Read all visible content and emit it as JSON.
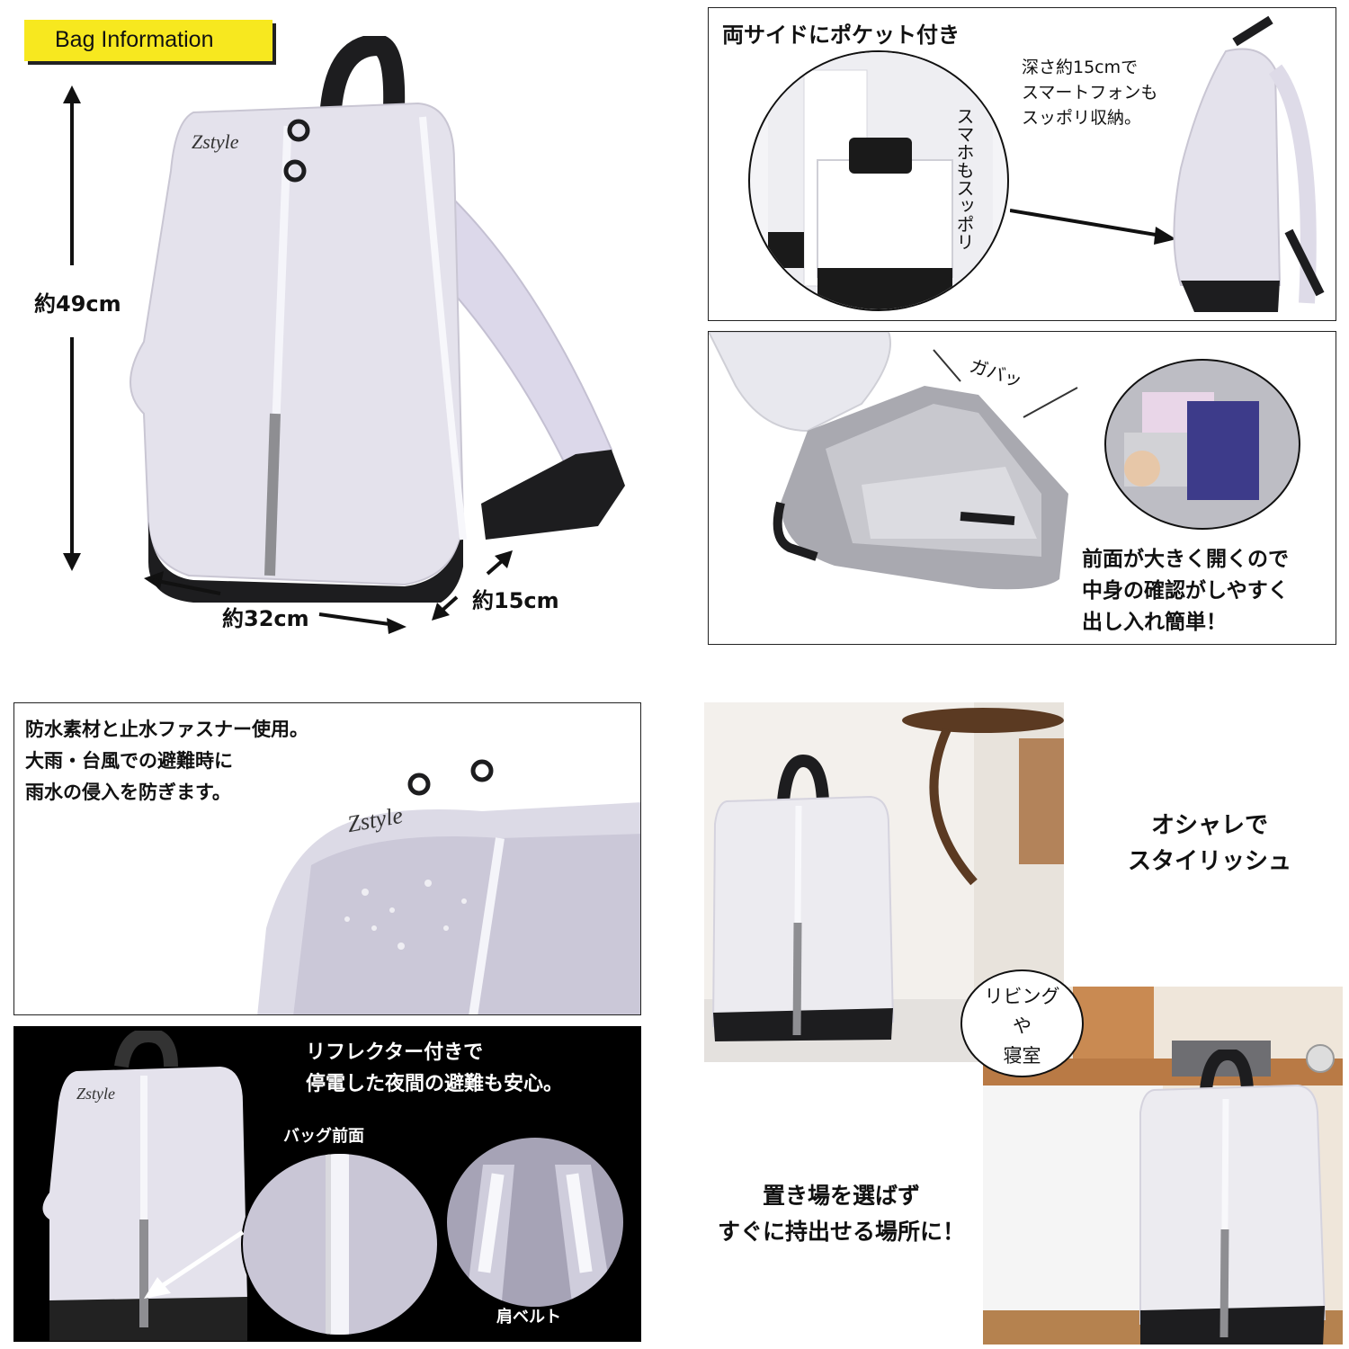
{
  "header": {
    "badge_label": "Bag Information",
    "badge_color": "#f7e81f"
  },
  "dimensions": {
    "height": "約49cm",
    "width": "約32cm",
    "depth": "約15cm"
  },
  "brand": {
    "logo": "Zstyle"
  },
  "side_pocket_panel": {
    "title": "両サイドにポケット付き",
    "vertical_caption": "スマホもスッポリ",
    "note_lines": [
      "深さ約15cmで",
      "スマートフォンも",
      "スッポリ収納。"
    ]
  },
  "opening_panel": {
    "sound": "ガバッ",
    "caption_lines": [
      "前面が大きく開くので",
      "中身の確認がしやすく",
      "出し入れ簡単！"
    ]
  },
  "waterproof_panel": {
    "lines": [
      "防水素材と止水ファスナー使用。",
      "大雨・台風での避難時に",
      "雨水の侵入を防ぎます。"
    ]
  },
  "reflector_panel": {
    "lines": [
      "リフレクター付きで",
      "停電した夜間の避難も安心。"
    ],
    "front_label": "バッグ前面",
    "strap_label": "肩ベルト"
  },
  "lifestyle": {
    "stylish_lines": [
      "オシャレで",
      "スタイリッシュ"
    ],
    "rooms_badge_lines": [
      "リビング",
      "や",
      "寝室"
    ],
    "placement_lines": [
      "置き場を選ばず",
      "すぐに持出せる場所に！"
    ]
  },
  "colors": {
    "bag": "#e4e2ec",
    "accent_yellow": "#f7e81f",
    "reflector_grey": "#8e8e92"
  }
}
